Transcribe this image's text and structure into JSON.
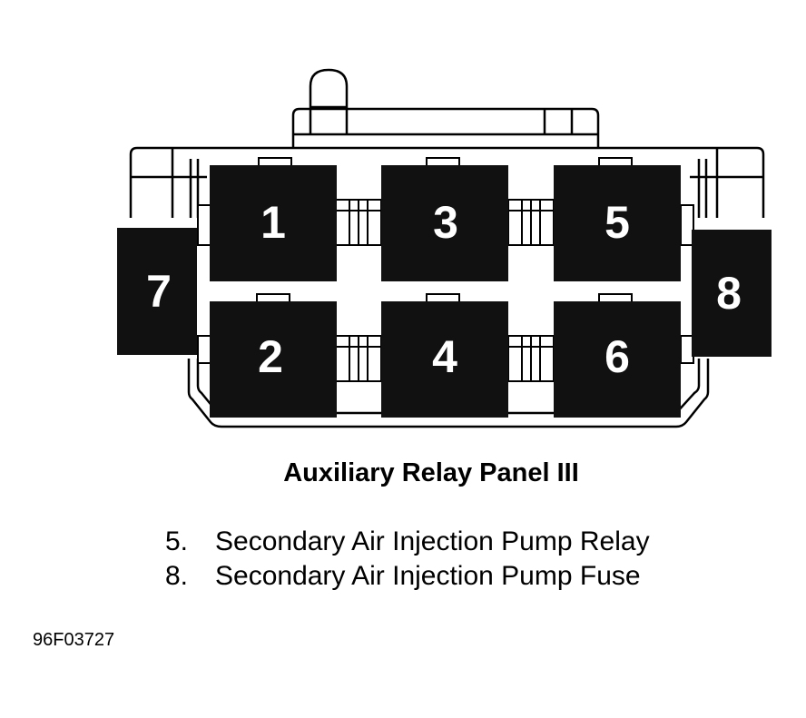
{
  "title": "Auxiliary Relay Panel III",
  "slots": [
    "1",
    "2",
    "3",
    "4",
    "5",
    "6",
    "7",
    "8"
  ],
  "legend": [
    {
      "number": "5.",
      "text": "Secondary Air Injection Pump Relay"
    },
    {
      "number": "8.",
      "text": "Secondary Air Injection Pump Fuse"
    }
  ],
  "figure_id": "96F03727",
  "colors": {
    "slot_fill": "#111111",
    "line": "#000000",
    "background": "#ffffff"
  }
}
